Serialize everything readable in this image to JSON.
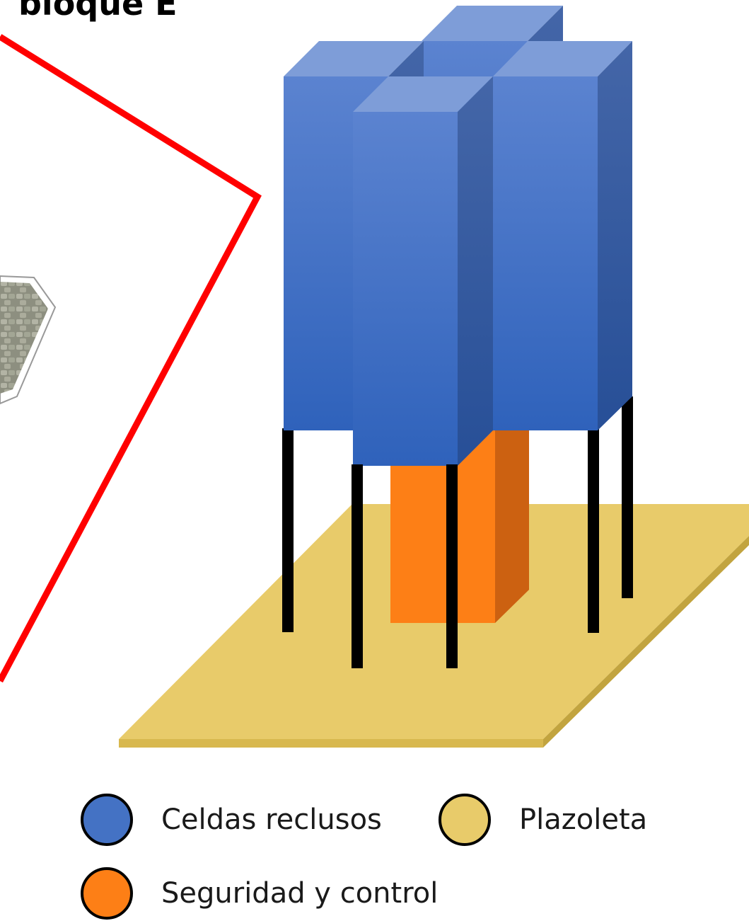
{
  "title": "bloque E",
  "legend": [
    {
      "label": "Celdas reclusos",
      "color": "#4472c4"
    },
    {
      "label": "Plazoleta",
      "color": "#e8cb6a"
    },
    {
      "label": "Seguridad y control",
      "color": "#fd7f16"
    }
  ],
  "colors": {
    "frame": "#ff0000",
    "tower_front": "#3d6ec7",
    "tower_top": "#7e9dd8",
    "tower_side": "#2d55a0",
    "core_front": "#fd7f16",
    "core_side": "#cc6111",
    "plaza_top": "#e8cb6a",
    "plaza_edge": "#c2a43f",
    "pillar": "#000000"
  }
}
